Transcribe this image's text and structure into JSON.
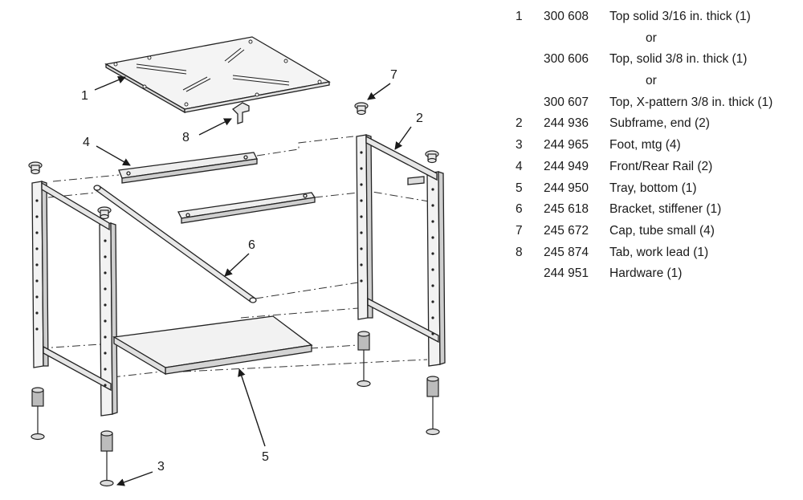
{
  "callouts": [
    "1",
    "2",
    "3",
    "4",
    "5",
    "6",
    "7",
    "8"
  ],
  "parts_list": [
    {
      "index": "1",
      "part_no": "300 608",
      "desc": "Top solid 3/16 in. thick (1)"
    },
    {
      "or": "or"
    },
    {
      "index": "",
      "part_no": "300 606",
      "desc": "Top, solid 3/8 in. thick (1)"
    },
    {
      "or": "or"
    },
    {
      "index": "",
      "part_no": "300 607",
      "desc": "Top, X-pattern 3/8 in. thick (1)"
    },
    {
      "index": "2",
      "part_no": "244 936",
      "desc": "Subframe, end (2)"
    },
    {
      "index": "3",
      "part_no": "244 965",
      "desc": "Foot, mtg (4)"
    },
    {
      "index": "4",
      "part_no": "244 949",
      "desc": "Front/Rear Rail (2)"
    },
    {
      "index": "5",
      "part_no": "244 950",
      "desc": "Tray, bottom (1)"
    },
    {
      "index": "6",
      "part_no": "245 618",
      "desc": "Bracket, stiffener (1)"
    },
    {
      "index": "7",
      "part_no": "245 672",
      "desc": "Cap, tube small (4)"
    },
    {
      "index": "8",
      "part_no": "245 874",
      "desc": "Tab, work lead (1)"
    },
    {
      "index": "",
      "part_no": "244 951",
      "desc": "Hardware (1)"
    }
  ]
}
